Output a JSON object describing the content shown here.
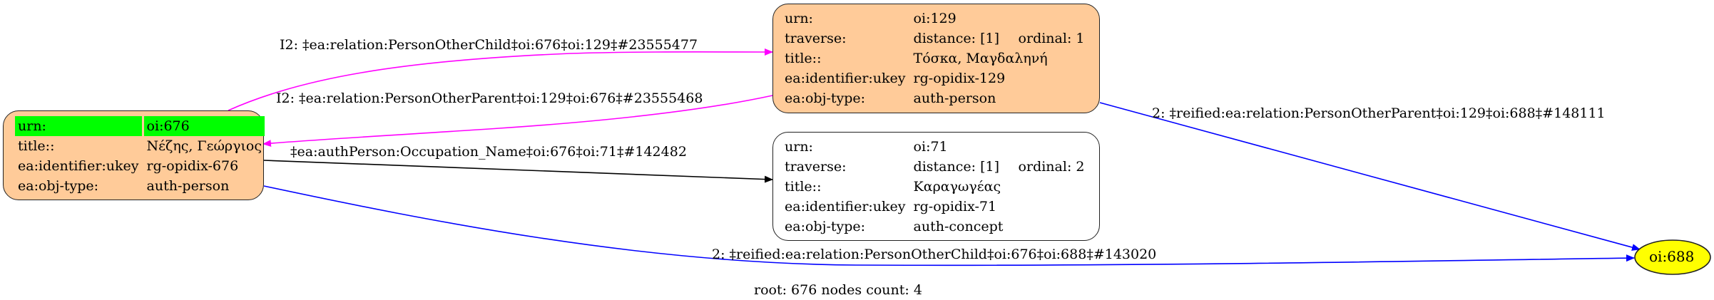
{
  "graph": {
    "nodes": {
      "n676": {
        "rows": [
          {
            "key": "urn:",
            "value": "oi:676"
          },
          {
            "key": "title::",
            "value": "Νέζης, Γεώργιος"
          },
          {
            "key": "ea:identifier:ukey",
            "value": "rg-opidix-676"
          },
          {
            "key": "ea:obj-type:",
            "value": "auth-person"
          }
        ],
        "fill": "#ffcb99",
        "highlight": "#00ff00"
      },
      "n129": {
        "rows": [
          {
            "key": "urn:",
            "value": "oi:129"
          },
          {
            "key": "traverse:",
            "value": "distance: [1]",
            "extra": "ordinal: 1"
          },
          {
            "key": "title::",
            "value": "Τόσκα, Μαγδαληνή"
          },
          {
            "key": "ea:identifier:ukey",
            "value": "rg-opidix-129"
          },
          {
            "key": "ea:obj-type:",
            "value": "auth-person"
          }
        ],
        "fill": "#ffcb99"
      },
      "n71": {
        "rows": [
          {
            "key": "urn:",
            "value": "oi:71"
          },
          {
            "key": "traverse:",
            "value": "distance: [1]",
            "extra": "ordinal: 2"
          },
          {
            "key": "title::",
            "value": "Καραγωγέας"
          },
          {
            "key": "ea:identifier:ukey",
            "value": "rg-opidix-71"
          },
          {
            "key": "ea:obj-type:",
            "value": "auth-concept"
          }
        ],
        "fill": "#ffffff"
      },
      "n688": {
        "label": "oi:688",
        "fill": "#ffff00"
      }
    },
    "edges": [
      {
        "id": "child",
        "label": "I2: ‡ea:relation:PersonOtherChild‡oi:676‡oi:129‡#23555477",
        "color": "#ff00ff"
      },
      {
        "id": "parent",
        "label": "I2: ‡ea:relation:PersonOtherParent‡oi:129‡oi:676‡#23555468",
        "color": "#ff00ff"
      },
      {
        "id": "occupation",
        "label": "‡ea:authPerson:Occupation_Name‡oi:676‡oi:71‡#142482",
        "color": "#000000"
      },
      {
        "id": "reified-parent",
        "label": "2: ‡reified:ea:relation:PersonOtherParent‡oi:129‡oi:688‡#148111",
        "color": "#0000ff"
      },
      {
        "id": "reified-child",
        "label": "2: ‡reified:ea:relation:PersonOtherChild‡oi:676‡oi:688‡#143020",
        "color": "#0000ff"
      }
    ],
    "footer": "root: 676 nodes count: 4"
  }
}
